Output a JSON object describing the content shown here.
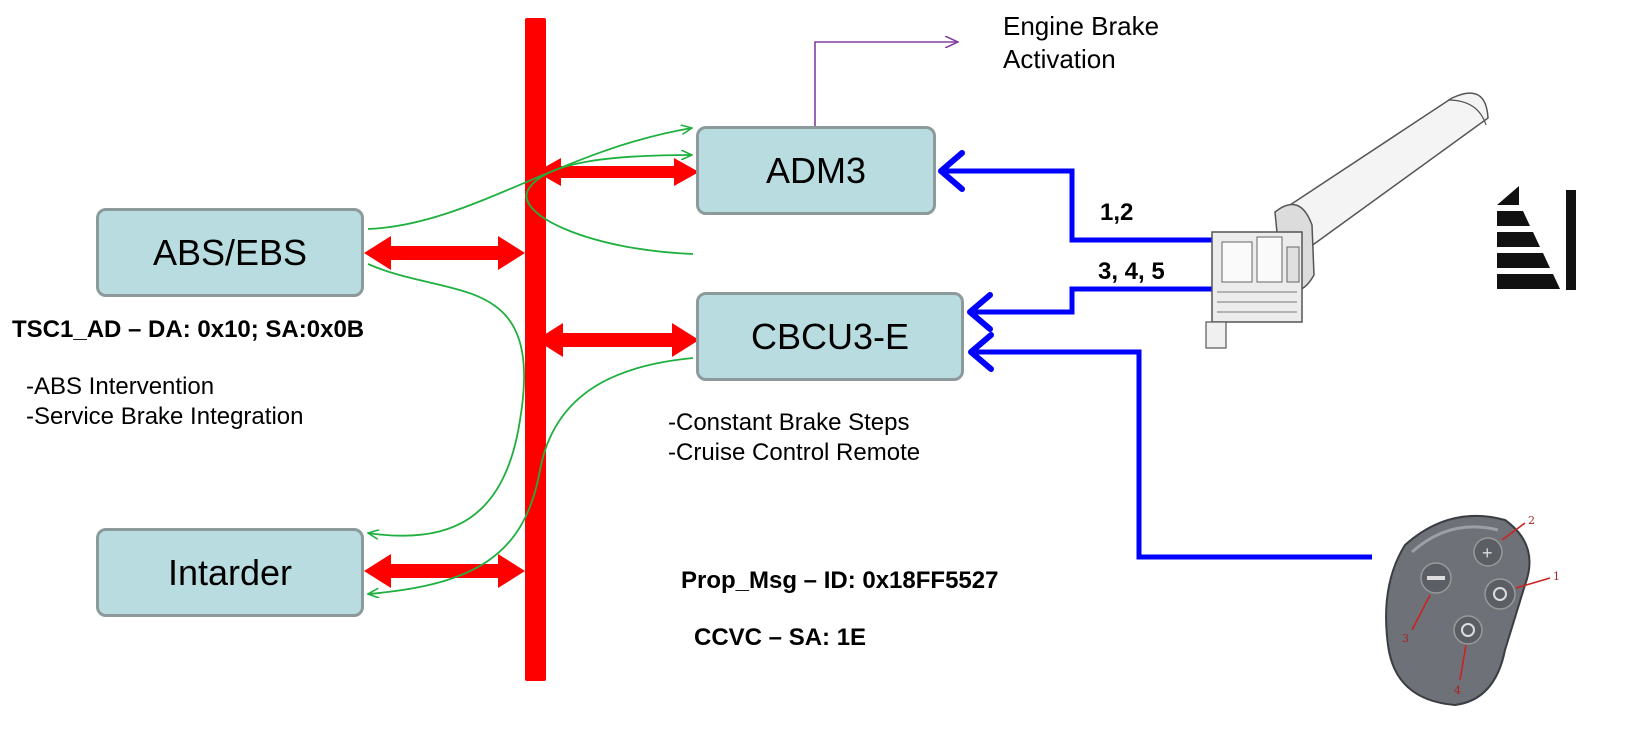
{
  "nodes": {
    "adm3": "ADM3",
    "abs_ebs": "ABS/EBS",
    "cbcu3e": "CBCU3-E",
    "intarder": "Intarder"
  },
  "labels": {
    "engine_brake_1": "Engine Brake",
    "engine_brake_2": "Activation",
    "pins_12": "1,2",
    "pins_345": "3, 4, 5",
    "tsc1": "TSC1_AD – DA: 0x10; SA:0x0B",
    "abs_intervention": "-ABS Intervention",
    "service_brake": "-Service Brake Integration",
    "constant_brake": "-Constant Brake Steps",
    "cruise_remote": "-Cruise Control Remote",
    "prop_msg": "Prop_Msg – ID: 0x18FF5527",
    "ccvc": "CCVC – SA: 1E"
  },
  "colors": {
    "can_bus": "#ff0000",
    "box_fill": "#b8dcdf",
    "box_border": "#8c9a9b",
    "signal_wire": "#0000ff",
    "message_line": "#20b040",
    "activation_line": "#8040a0"
  },
  "icons": {
    "stalk": "brake-stalk-lever-icon",
    "steering_buttons": "steering-wheel-buttons-icon",
    "level_bars": "level-bars-icon"
  }
}
